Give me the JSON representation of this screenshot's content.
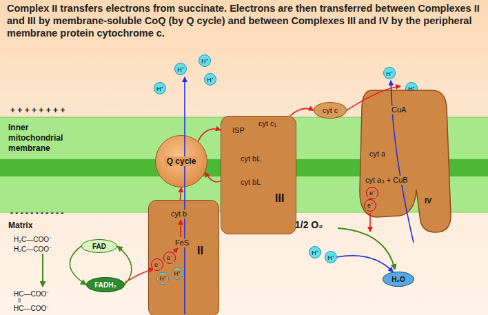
{
  "diagram": {
    "title": "Complex II transfers electrons from succinate. Electrons are then transferred between Complexes II and III by membrane-soluble CoQ (by Q cycle) and between Complexes III and IV by the peripheral membrane protein cytochrome c.",
    "nodes": [
      {
        "text": [
          "H⁺"
        ]
      },
      {
        "text": [
          "H⁺"
        ]
      },
      {
        "text": [
          "H⁺"
        ]
      },
      {
        "text": [
          "H⁺"
        ]
      },
      {
        "text": [
          "H⁺"
        ]
      },
      {
        "text": [
          "H⁺"
        ]
      },
      {
        "text": [
          "cyt c"
        ]
      },
      {
        "text": [
          "ISP",
          "cyt c₁",
          "cyt bL",
          "cyt bL",
          "III"
        ]
      },
      {
        "text": [
          "Q cycle"
        ]
      },
      {
        "text": [
          "CuA",
          "cyt a",
          "cyt a₃ + CuB",
          "IV"
        ]
      },
      {
        "text": [
          "e⁻"
        ],
        "in": 9
      },
      {
        "text": [
          "e⁻"
        ],
        "in": 9
      },
      {
        "text": [
          "cyt b",
          "FeS",
          "II"
        ]
      },
      {
        "text": [
          "FAD"
        ]
      },
      {
        "text": [
          "e⁻"
        ],
        "in": 12
      },
      {
        "text": [
          "e⁻"
        ],
        "in": 12
      },
      {
        "text": [
          "H⁺"
        ],
        "in": 12
      },
      {
        "text": [
          "H⁺"
        ],
        "in": 12
      },
      {
        "text": [
          "H⁺"
        ]
      },
      {
        "text": [
          "H⁺"
        ]
      },
      {
        "text": [
          "FADH₂"
        ]
      },
      {
        "text": [
          "H₂O"
        ]
      }
    ],
    "edges": [
      {
        "from": 12,
        "to": 8,
        "arrow": "to"
      },
      {
        "from": 8,
        "to": 7,
        "arrow": "to"
      },
      {
        "from": 7,
        "to": 8,
        "arrow": "to"
      },
      {
        "from": 7,
        "to": 6,
        "arrow": "to"
      },
      {
        "from": 6,
        "to": 9,
        "arrow": "to"
      },
      {
        "from": 13,
        "to": 20,
        "arrow": "to"
      },
      {
        "from": 20,
        "to": 13,
        "arrow": "to"
      },
      {
        "from": 19,
        "to": 21,
        "arrow": "to"
      }
    ],
    "labels": [
      "+ + + + + + + +",
      "Inner mitochondrial membrane",
      "- - - - - - - - - - -",
      "Matrix",
      "H₂C—COO⁻",
      "H₂C—COO⁻",
      "HC—COO⁻",
      "||",
      "HC—COO⁻",
      "1/2 O₂"
    ]
  }
}
